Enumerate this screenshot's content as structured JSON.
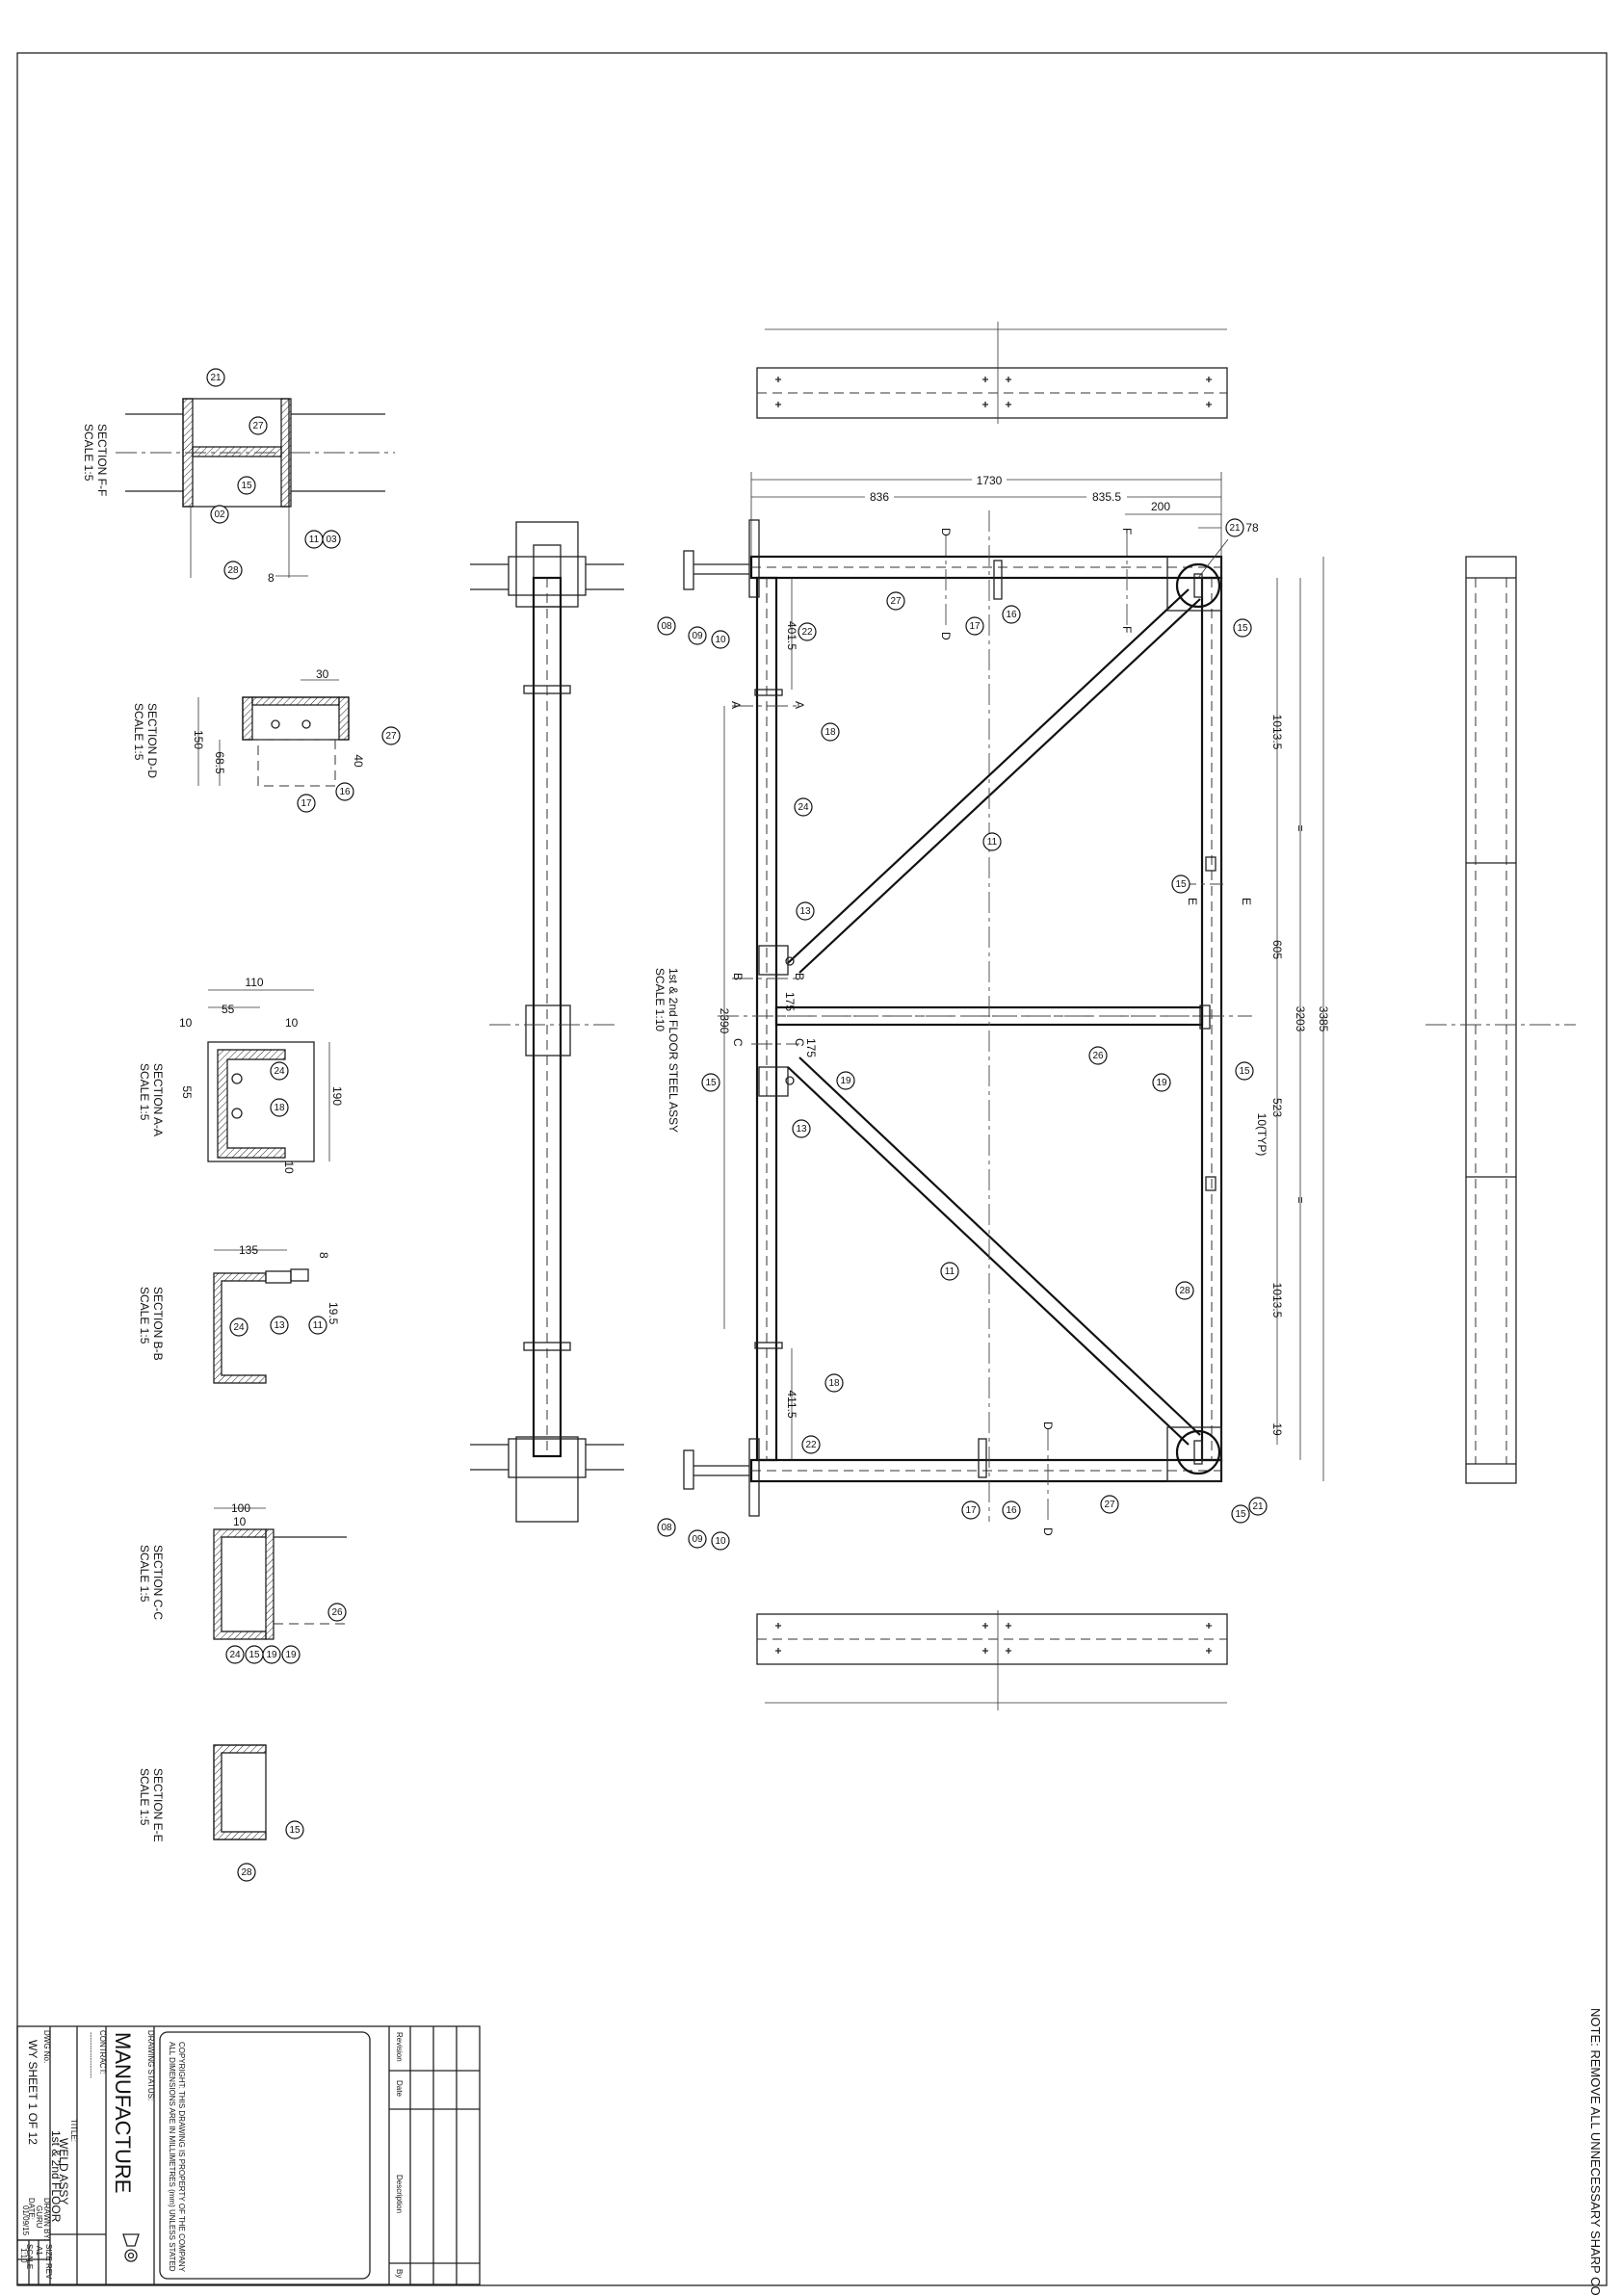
{
  "note": "NOTE: REMOVE ALL UNNECESSARY SHARP CORNERS",
  "main_view_title": "1st & 2nd FLOOR STEEL ASSY",
  "main_view_scale": "SCALE 1:10",
  "sections": [
    {
      "title": "SECTION F-F",
      "scale": "SCALE 1:5"
    },
    {
      "title": "SECTION D-D",
      "scale": "SCALE 1:5"
    },
    {
      "title": "SECTION A-A",
      "scale": "SCALE 1:5"
    },
    {
      "title": "SECTION B-B",
      "scale": "SCALE 1:5"
    },
    {
      "title": "SECTION C-C",
      "scale": "SCALE 1:5"
    },
    {
      "title": "SECTION E-E",
      "scale": "SCALE 1:5"
    }
  ],
  "dimensions": {
    "overall_width": "1730",
    "left_half": "836",
    "right_half": "835.5",
    "tube_offset": "200",
    "tube_edge": "78",
    "overall_length": "3385",
    "inner_length": "3203",
    "upper_bay": "1013.5",
    "lower_bay": "1013.5",
    "mid_upper": "605",
    "mid_lower": "523",
    "typ": "10(TYP)",
    "bracket_top": "401.5",
    "bracket_bottom": "411.5",
    "centre_gap": "2390",
    "mid_a": "175",
    "mid_b": "175",
    "end_gap": "19",
    "eq": "=",
    "sec_ff_8": "8",
    "sec_dd_30": "30",
    "sec_dd_150": "150",
    "sec_dd_685": "68.5",
    "sec_dd_40": "40",
    "sec_aa_110": "110",
    "sec_aa_55": "55",
    "sec_aa_10a": "10",
    "sec_aa_10b": "10",
    "sec_aa_55b": "55",
    "sec_aa_190": "190",
    "sec_aa_10c": "10",
    "sec_bb_135": "135",
    "sec_bb_8": "8",
    "sec_bb_195": "19.5",
    "sec_cc_100": "100",
    "sec_cc_10": "10"
  },
  "section_markers": [
    "A",
    "A",
    "B",
    "B",
    "C",
    "C",
    "D",
    "D",
    "D",
    "D",
    "E",
    "E",
    "F",
    "F"
  ],
  "balloons": {
    "main": [
      "21",
      "15",
      "27",
      "16",
      "17",
      "08",
      "09",
      "10",
      "22",
      "18",
      "24",
      "11",
      "15",
      "13",
      "26",
      "19",
      "15",
      "19",
      "13",
      "15",
      "11",
      "28",
      "18",
      "22",
      "17",
      "16",
      "27",
      "15",
      "21",
      "08",
      "09",
      "10"
    ],
    "sec_ff": [
      "21",
      "27",
      "15",
      "02",
      "11",
      "03",
      "28"
    ],
    "sec_dd": [
      "27",
      "16",
      "17"
    ],
    "sec_aa": [
      "24",
      "18"
    ],
    "sec_bb": [
      "24",
      "13",
      "11"
    ],
    "sec_cc": [
      "24",
      "15",
      "19",
      "19",
      "26"
    ],
    "sec_ee": [
      "15",
      "28"
    ]
  },
  "title_block": {
    "general_note_1": "ALL DIMENSIONS ARE IN MILLIMETRES (mm) UNLESS STATED",
    "general_note_2": "COPYRIGHT: THIS DRAWING IS PROPERTY OF THE COMPANY",
    "drawing_status_label": "DRAWING STATUS:",
    "drawing_status": "MANUFACTURE",
    "contract_label": "CONTRACT:",
    "contract_value": "------------------",
    "title_label": "TITLE:",
    "title_line1": "WELD ASSY",
    "title_line2": "1st & 2nd FLOOR",
    "dwg_no_label": "DWG No.",
    "dwg_no": "WY SHEET 1 OF 12",
    "drawn_label": "DRAWN BY:",
    "drawn_by": "GURU",
    "date_label": "DATE:",
    "date": "01/09/15",
    "size_label": "SIZE",
    "size": "A1",
    "rev_label": "REV",
    "rev": "-",
    "scale_label": "SCALE",
    "scale": "1:10",
    "rev_table_headers": [
      "Revision",
      "Date",
      "Description",
      "By"
    ]
  }
}
